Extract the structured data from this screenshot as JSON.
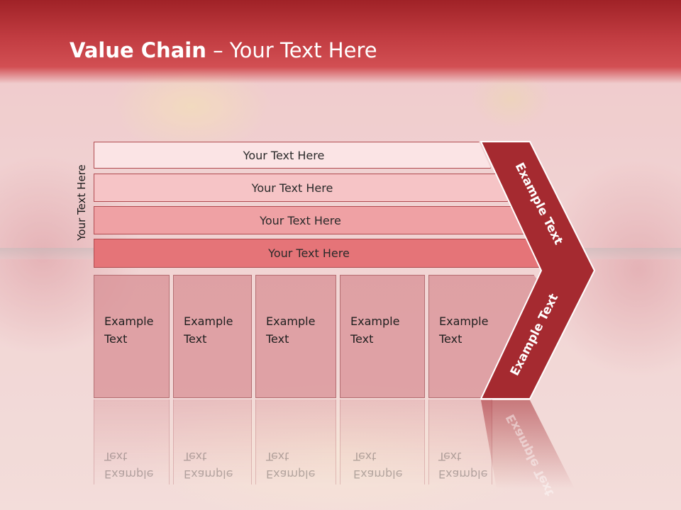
{
  "slide": {
    "title_bold": "Value Chain",
    "title_rest": " – Your Text Here",
    "side_label": "Your Text Here"
  },
  "bands": [
    {
      "label": "Your Text Here",
      "color": "#fbe4e5"
    },
    {
      "label": "Your Text Here",
      "color": "#f6c4c6"
    },
    {
      "label": "Your Text Here",
      "color": "#efa1a4"
    },
    {
      "label": "Your Text Here",
      "color": "#e57478"
    }
  ],
  "cards": [
    {
      "line1": "Example",
      "line2": "Text"
    },
    {
      "line1": "Example",
      "line2": "Text"
    },
    {
      "line1": "Example",
      "line2": "Text"
    },
    {
      "line1": "Example",
      "line2": "Text"
    },
    {
      "line1": "Example",
      "line2": "Text"
    }
  ],
  "chevron": {
    "upper_label": "Example Text",
    "lower_label": "Example Text",
    "color": "#a52a30"
  }
}
